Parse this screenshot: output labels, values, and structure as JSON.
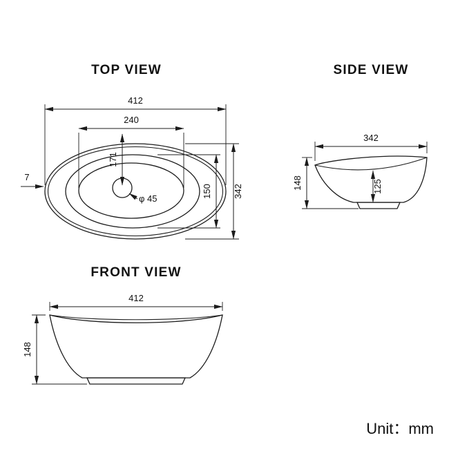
{
  "drawing": {
    "titles": {
      "top_view": "TOP VIEW",
      "side_view": "SIDE VIEW",
      "front_view": "FRONT VIEW"
    },
    "unit_label": "Unit：mm",
    "top_view": {
      "overall_width": "412",
      "basin_width": "240",
      "drain_offset": "171",
      "basin_depth": "150",
      "overall_depth": "342",
      "rim_thickness": "7",
      "drain_diameter": "φ 45"
    },
    "side_view": {
      "overall_width": "342",
      "overall_height": "148",
      "inner_depth": "125"
    },
    "front_view": {
      "overall_width": "412",
      "overall_height": "148"
    },
    "colors": {
      "line": "#1c1c1c",
      "background": "#ffffff"
    }
  }
}
